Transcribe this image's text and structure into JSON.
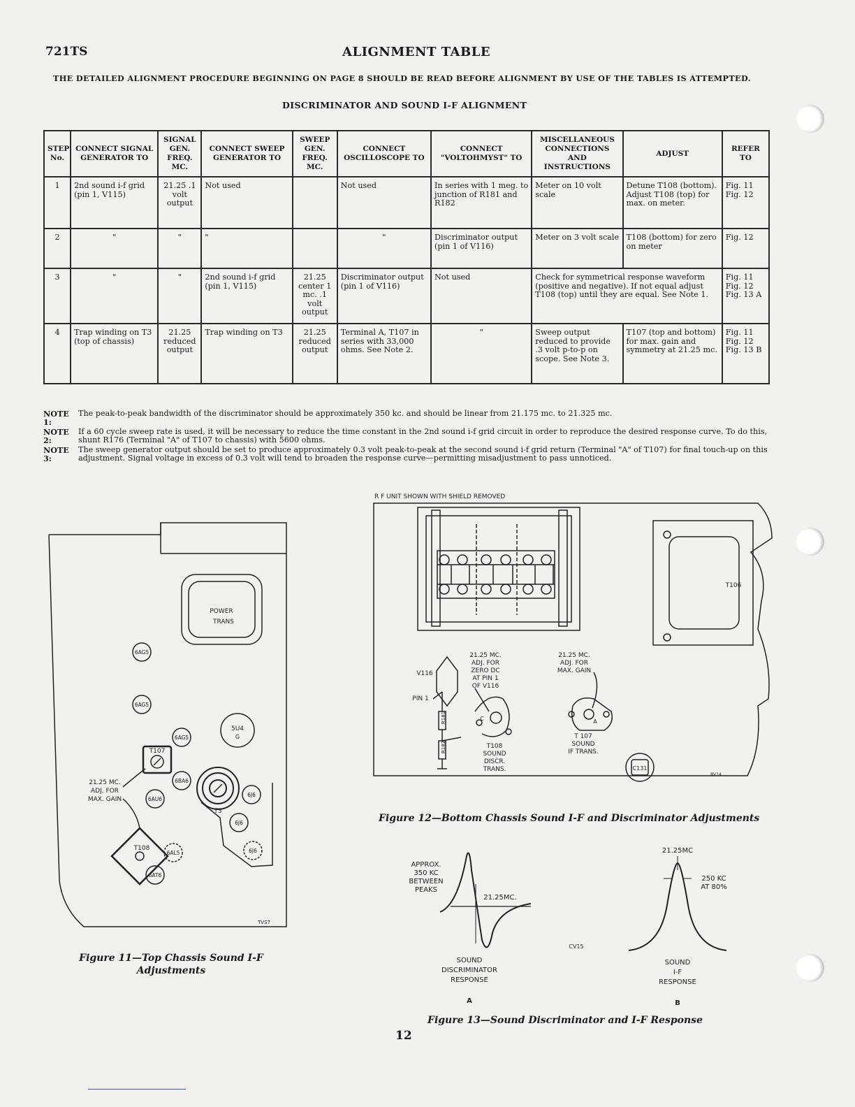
{
  "header": {
    "model": "721TS",
    "title": "ALIGNMENT TABLE",
    "subnote": "THE DETAILED ALIGNMENT PROCEDURE BEGINNING ON PAGE 8 SHOULD BE READ BEFORE ALIGNMENT BY USE OF THE TABLES IS ATTEMPTED.",
    "section": "DISCRIMINATOR AND SOUND I-F ALIGNMENT"
  },
  "table": {
    "headers": [
      "STEP No.",
      "CONNECT SIGNAL GENERATOR TO",
      "SIGNAL GEN. FREQ. MC.",
      "CONNECT SWEEP GENERATOR TO",
      "SWEEP GEN. FREQ. MC.",
      "CONNECT OSCILLOSCOPE TO",
      "CONNECT \"VOLTOHMYST\" TO",
      "MISCELLANEOUS CONNECTIONS AND INSTRUCTIONS",
      "ADJUST",
      "REFER TO"
    ],
    "rows": [
      [
        "1",
        "2nd sound i-f grid (pin 1, V115)",
        "21.25 .1 volt output",
        "Not used",
        "",
        "Not used",
        "In series with 1 meg. to junction of R181 and R182",
        "Meter on 10 volt scale",
        "Detune T108 (bottom). Adjust T108 (top) for max. on meter.",
        "Fig. 11 Fig. 12"
      ],
      [
        "2",
        "\"",
        "\"",
        "\"",
        "",
        "\"",
        "Discriminator output (pin 1 of V116)",
        "Meter on 3 volt scale",
        "T108 (bottom) for zero on meter",
        "Fig. 12"
      ],
      [
        "3",
        "\"",
        "\"",
        "2nd sound i-f grid (pin 1, V115)",
        "21.25 center 1 mc. .1 volt output",
        "Discriminator output (pin 1 of V116)",
        "Not used",
        "Check for symmetrical response waveform (positive and negative). If not equal adjust T108 (top) until they are equal. See Note 1.",
        "",
        "Fig. 11 Fig. 12 Fig. 13 A"
      ],
      [
        "4",
        "Trap winding on T3 (top of chassis)",
        "21.25 reduced output",
        "Trap winding on T3",
        "21.25 reduced output",
        "Terminal A, T107 in series with 33,000 ohms. See Note 2.",
        "\"",
        "Sweep output reduced to provide .3 volt p-to-p on scope. See Note 3.",
        "T107 (top and bottom) for max. gain and symmetry at 21.25 mc.",
        "Fig. 11 Fig. 12 Fig. 13 B"
      ]
    ]
  },
  "notes": [
    {
      "label": "NOTE 1:",
      "text": "The peak-to-peak bandwidth of the discriminator should be approximately 350 kc. and should be linear from 21.175 mc. to 21.325 mc."
    },
    {
      "label": "NOTE 2:",
      "text": "If a 60 cycle sweep rate is used, it will be necessary to reduce the time constant in the 2nd sound i-f grid circuit in order to reproduce the desired response curve. To do this, shunt R176 (Terminal \"A\" of T107 to chassis) with 5600 ohms."
    },
    {
      "label": "NOTE 3:",
      "text": "The sweep generator output should be set to produce approximately 0.3 volt peak-to-peak at the second sound i-f grid return (Terminal \"A\" of T107) for final touch-up on this adjustment. Signal voltage in excess of 0.3 volt will tend to broaden the response curve—permitting misadjustment to pass unnoticed."
    }
  ],
  "fig11": {
    "power": [
      "POWER",
      "TRANS"
    ],
    "tubes": [
      "6AG5",
      "6AG5",
      "6AG5",
      "5U4",
      "G",
      "6AU6",
      "6BA6",
      "6J6",
      "6J6",
      "6J6",
      "6AL5",
      "6AT6"
    ],
    "t107": "T107",
    "t108": "T108",
    "t3": "T3",
    "callout": [
      "21.25 MC.",
      "ADJ. FOR",
      "MAX. GAIN"
    ],
    "code": "TVS7",
    "caption": "Figure 11—Top Chassis Sound I-F Adjustments"
  },
  "fig12": {
    "heading": "R F UNIT SHOWN WITH SHIELD REMOVED",
    "t106": "T106",
    "v116": "V116",
    "pin1": "PIN 1",
    "r181": "R181",
    "r182": "R182",
    "callout_left": [
      "21.25 MC.",
      "ADJ. FOR",
      "ZERO DC",
      "AT PIN 1",
      "OF V116"
    ],
    "callout_right": [
      "21.25 MC.",
      "ADJ. FOR",
      "MAX. GAIN"
    ],
    "t108": [
      "T108",
      "SOUND",
      "DISCR.",
      "TRANS."
    ],
    "t107": [
      "T 107",
      "SOUND",
      "IF TRANS."
    ],
    "c131": "C131",
    "code": "BV14",
    "term_c": "C",
    "term_a": "A",
    "caption": "Figure 12—Bottom Chassis Sound I-F and Discriminator Adjustments"
  },
  "fig13": {
    "a_note": [
      "APPROX.",
      "350 KC",
      "BETWEEN",
      "PEAKS"
    ],
    "a_freq": "21.25MC.",
    "a_label": [
      "SOUND",
      "DISCRIMINATOR",
      "RESPONSE"
    ],
    "a_letter": "A",
    "b_freq": "21.25MC",
    "b_note": [
      "250 KC",
      "AT 80%"
    ],
    "b_label": [
      "SOUND",
      "I-F",
      "RESPONSE"
    ],
    "b_letter": "B",
    "code": "CV15",
    "caption": "Figure 13—Sound Discriminator and I-F Response"
  },
  "page_number": "12"
}
